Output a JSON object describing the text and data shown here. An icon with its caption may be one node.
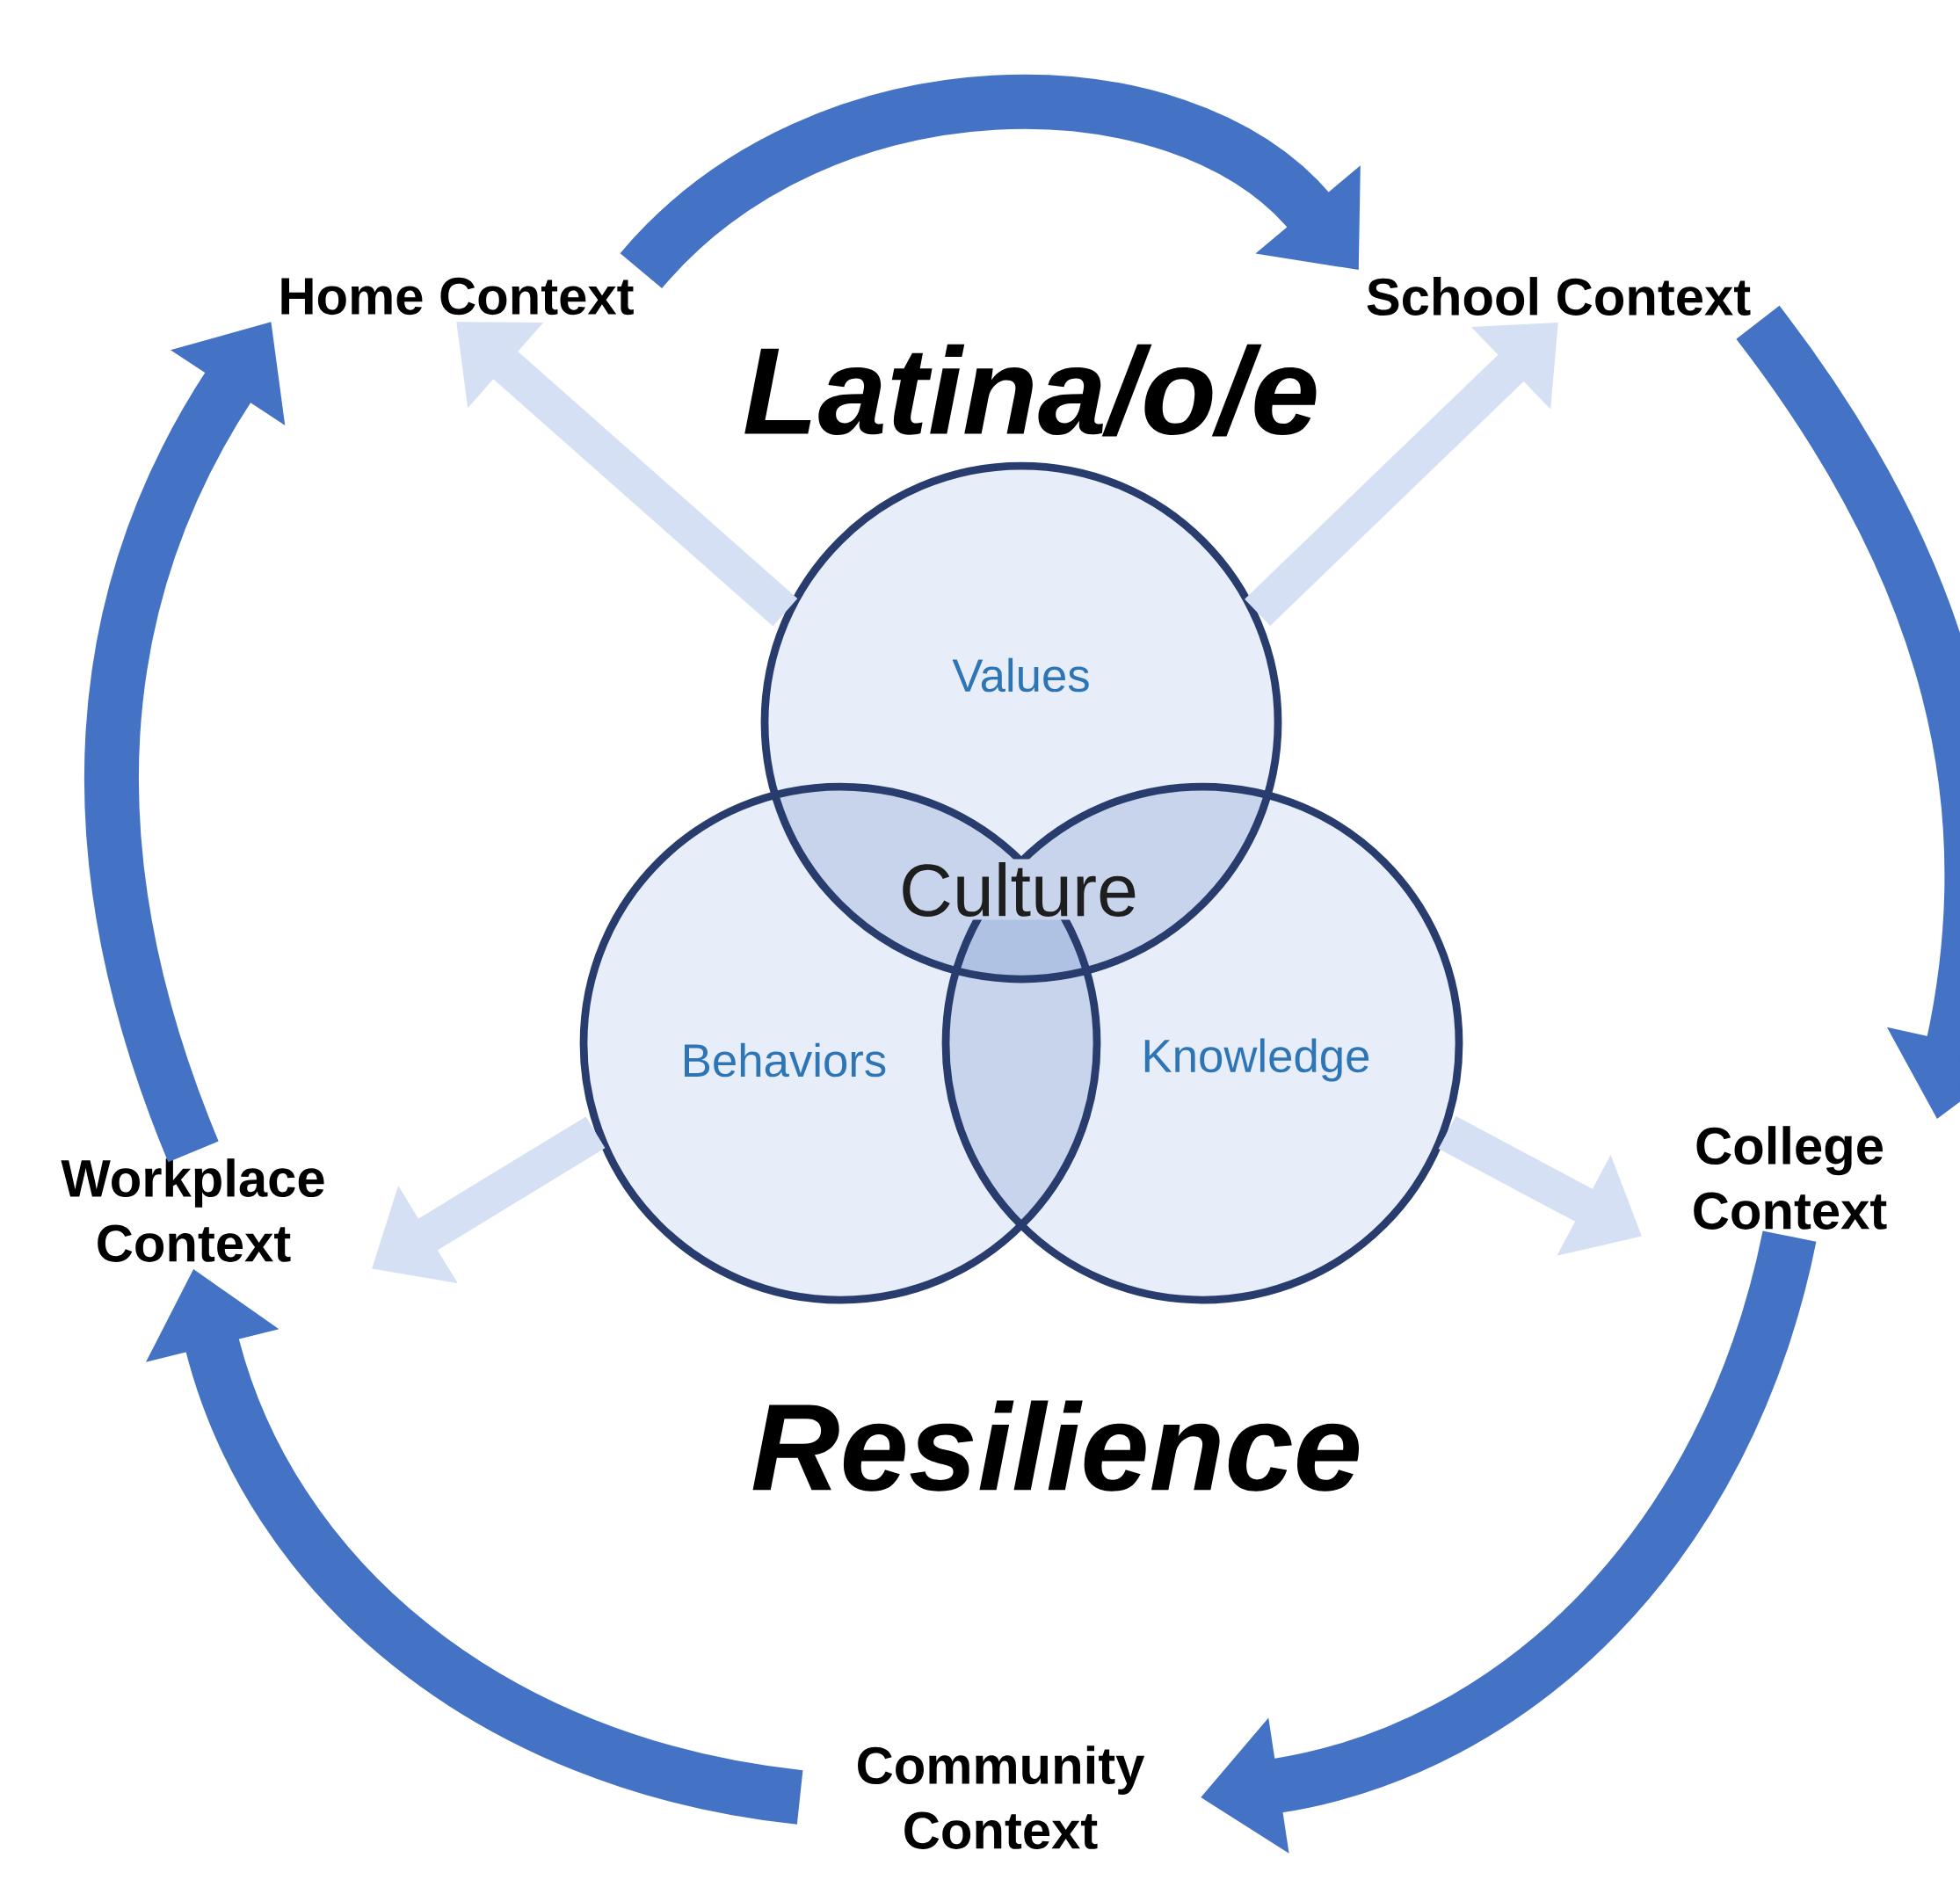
{
  "diagram": {
    "nodes": [
      {
        "text": [
          "Home Context"
        ]
      },
      {
        "text": [
          "School Context"
        ]
      },
      {
        "text": [
          "College Context"
        ]
      },
      {
        "text": [
          "Community Context"
        ]
      },
      {
        "text": [
          "Workplace Context"
        ]
      },
      {
        "text": [
          "Values"
        ]
      },
      {
        "text": [
          "Behaviors"
        ]
      },
      {
        "text": [
          "Knowledge"
        ]
      }
    ],
    "edges": [
      {
        "from": 0,
        "to": 1,
        "arrow": "to"
      },
      {
        "from": 1,
        "to": 2,
        "arrow": "to"
      },
      {
        "from": 2,
        "to": 3,
        "arrow": "to"
      },
      {
        "from": 3,
        "to": 4,
        "arrow": "to"
      },
      {
        "from": 4,
        "to": 0,
        "arrow": "to"
      },
      {
        "from": 5,
        "to": 0,
        "arrow": "to",
        "color": "#d6e0f4"
      },
      {
        "from": 5,
        "to": 1,
        "arrow": "to",
        "color": "#d6e0f4"
      },
      {
        "from": 7,
        "to": 2,
        "arrow": "to",
        "color": "#d6e0f4"
      },
      {
        "from": 6,
        "to": 4,
        "arrow": "to",
        "color": "#d6e0f4"
      }
    ],
    "labels": [
      "Latina/o/e",
      "Culture",
      "Resilience"
    ]
  }
}
